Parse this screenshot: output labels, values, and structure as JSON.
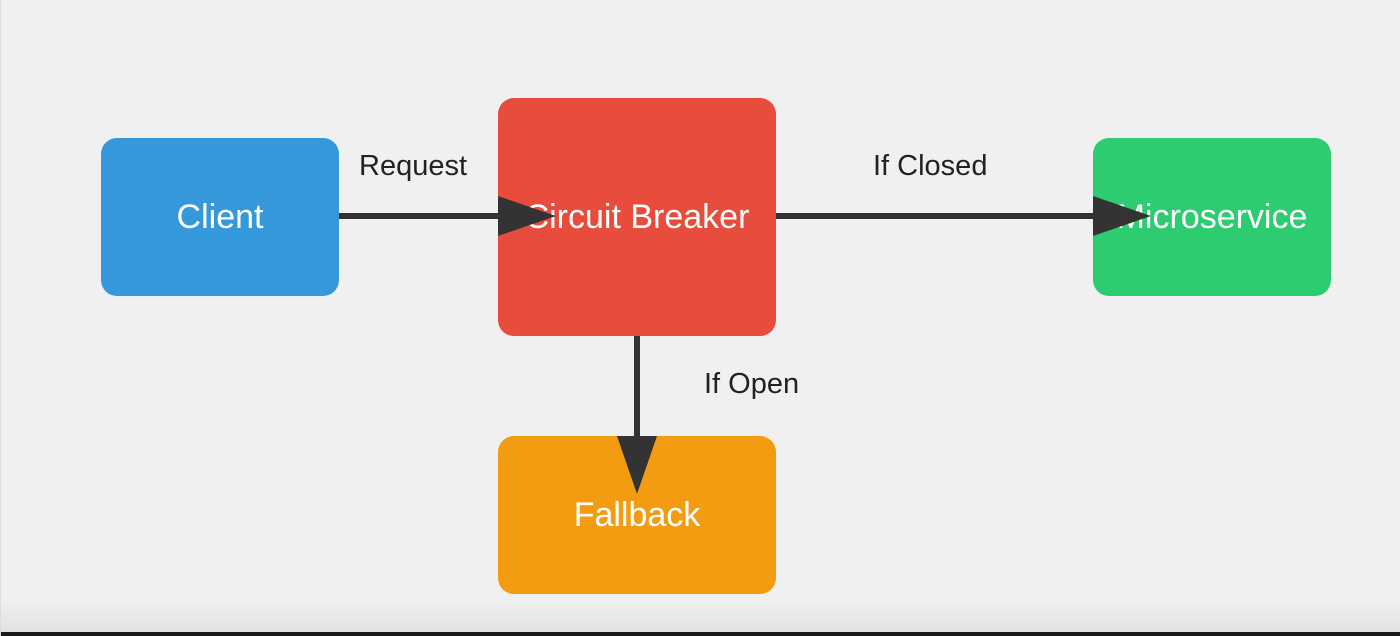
{
  "nodes": {
    "client": {
      "label": "Client",
      "color": "#3498db"
    },
    "circuit_breaker": {
      "label": "Circuit Breaker",
      "color": "#e74c3c"
    },
    "microservice": {
      "label": "Microservice",
      "color": "#2ecc71"
    },
    "fallback": {
      "label": "Fallback",
      "color": "#f39c12"
    }
  },
  "edges": {
    "request": {
      "label": "Request",
      "from": "Client",
      "to": "Circuit Breaker"
    },
    "if_closed": {
      "label": "If Closed",
      "from": "Circuit Breaker",
      "to": "Microservice"
    },
    "if_open": {
      "label": "If Open",
      "from": "Circuit Breaker",
      "to": "Fallback"
    }
  },
  "colors": {
    "background": "#f0f0f0",
    "arrow": "#333333",
    "node_text": "#ffffff",
    "label_text": "#222222"
  }
}
